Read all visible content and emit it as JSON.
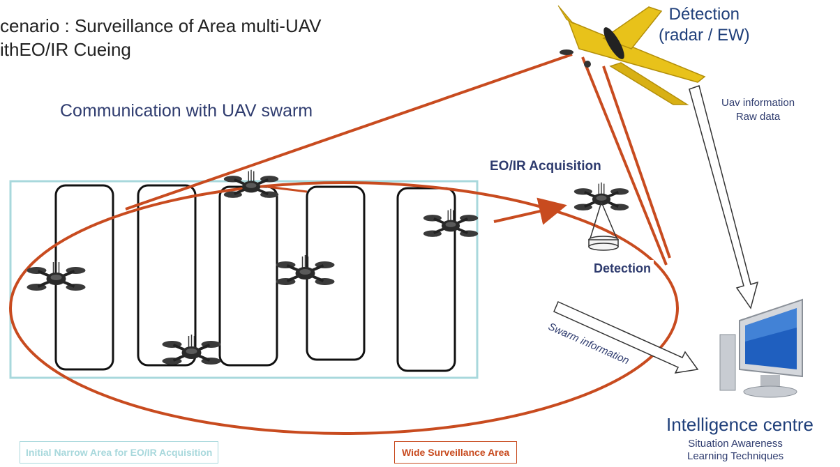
{
  "scenario": {
    "line1": "cenario : Surveillance of Area multi-UAV",
    "line2": "ithEO/IR Cueing"
  },
  "communication_label": "Communication with UAV swarm",
  "eoir_acquisition_label": "EO/IR Acquisition",
  "detection_label": "Detection",
  "top_detection": {
    "line1": "Détection",
    "line2": "(radar / EW)"
  },
  "uav_information": {
    "line1": "Uav information",
    "line2": "Raw data"
  },
  "swarm_information_label": "Swarm information",
  "intelligence_centre": {
    "title": "Intelligence centre",
    "line1": "Situation Awareness",
    "line2": "Learning Techniques"
  },
  "legend": {
    "narrow_area": "Initial Narrow Area for EO/IR Acquisition",
    "wide_area": "Wide Surveillance Area"
  },
  "colors": {
    "wide_area_red": "#c84b1f",
    "narrow_area_cyan": "#a8d8dc",
    "text_navy": "#2e3b6e",
    "uav_yellow": "#e8c21a"
  }
}
